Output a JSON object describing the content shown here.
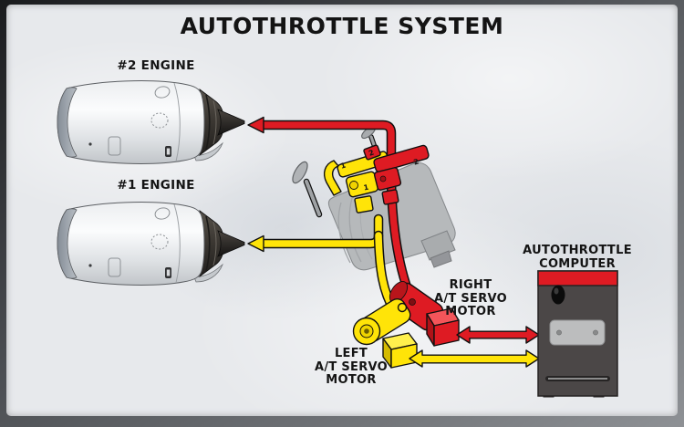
{
  "title": "AUTOTHROTTLE SYSTEM",
  "colors": {
    "red": "#DE1B23",
    "yellow": "#FFE408",
    "ink": "#141414",
    "computer_body": "#4B4747",
    "background": "#E7E9EC"
  },
  "engines": {
    "engine2_label": "#2 ENGINE",
    "engine1_label": "#1 ENGINE"
  },
  "throttle": {
    "lever1_number": "1",
    "lever2_number": "2"
  },
  "right_servo": {
    "line1": "RIGHT",
    "line2": "A/T SERVO",
    "line3": "MOTOR"
  },
  "left_servo": {
    "line1": "LEFT",
    "line2": "A/T SERVO",
    "line3": "MOTOR"
  },
  "computer": {
    "line1": "AUTOTHROTTLE",
    "line2": "COMPUTER"
  }
}
